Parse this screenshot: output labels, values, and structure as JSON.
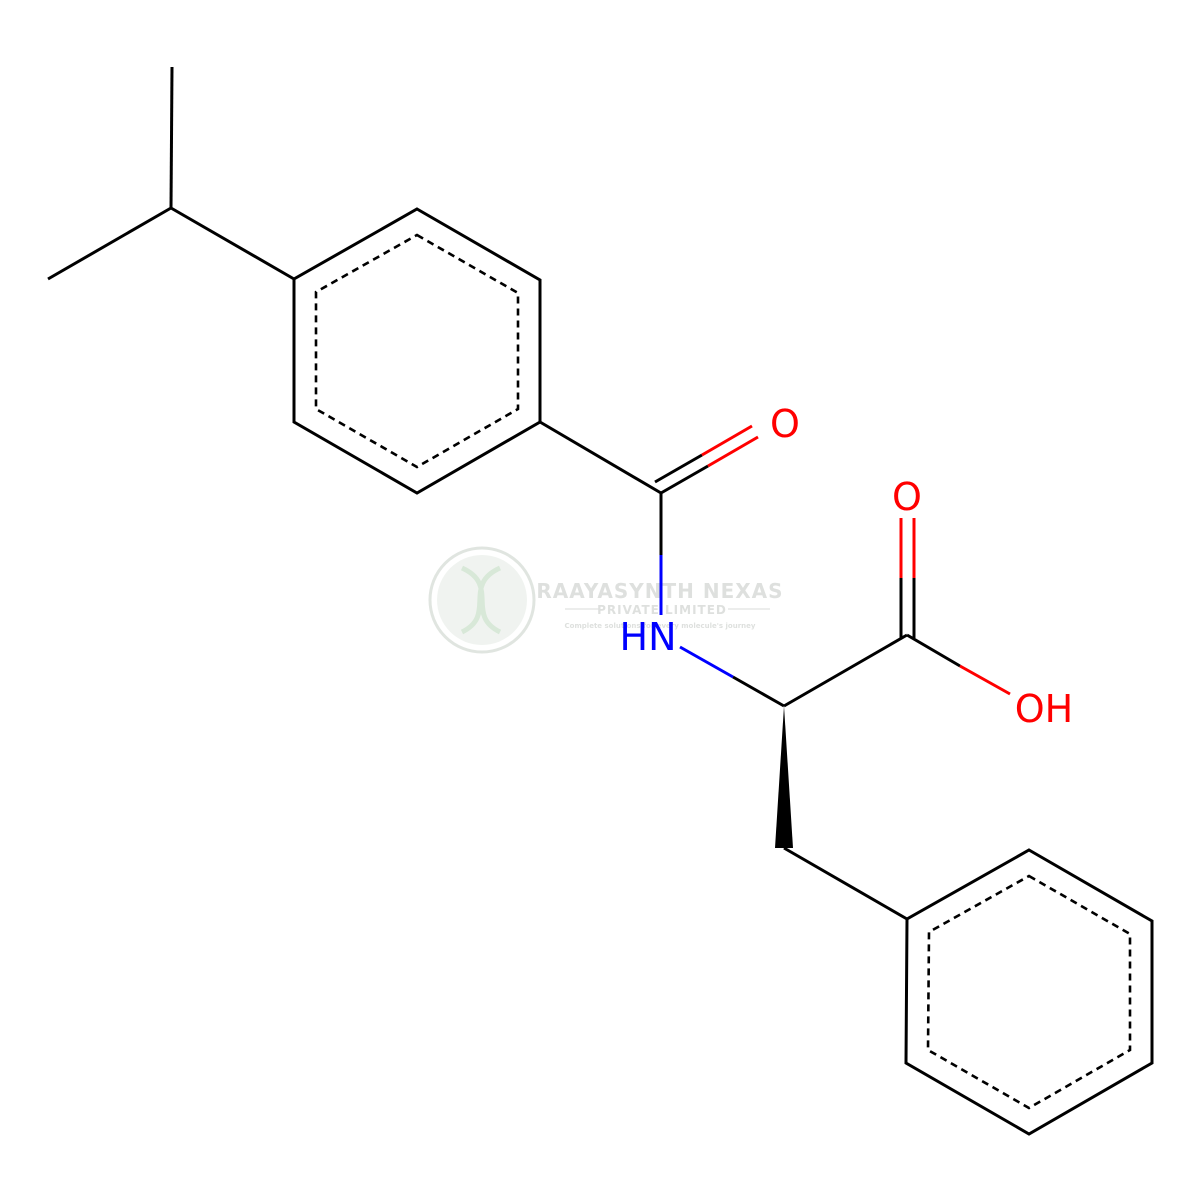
{
  "molecule": {
    "atoms": {
      "carbonyl_oxygen": "O",
      "amide_nitrogen": "HN",
      "acid_oxygen": "O",
      "hydroxyl": "OH"
    }
  },
  "watermark": {
    "company": "RAAYASYNTH NEXAS",
    "subtitle": "PRIVATE LIMITED",
    "tagline": "Complete solutions for every molecule's journey"
  },
  "colors": {
    "bond": "#000000",
    "oxygen": "#ff0000",
    "nitrogen": "#0000ff",
    "watermark": "#c8d4c8"
  }
}
